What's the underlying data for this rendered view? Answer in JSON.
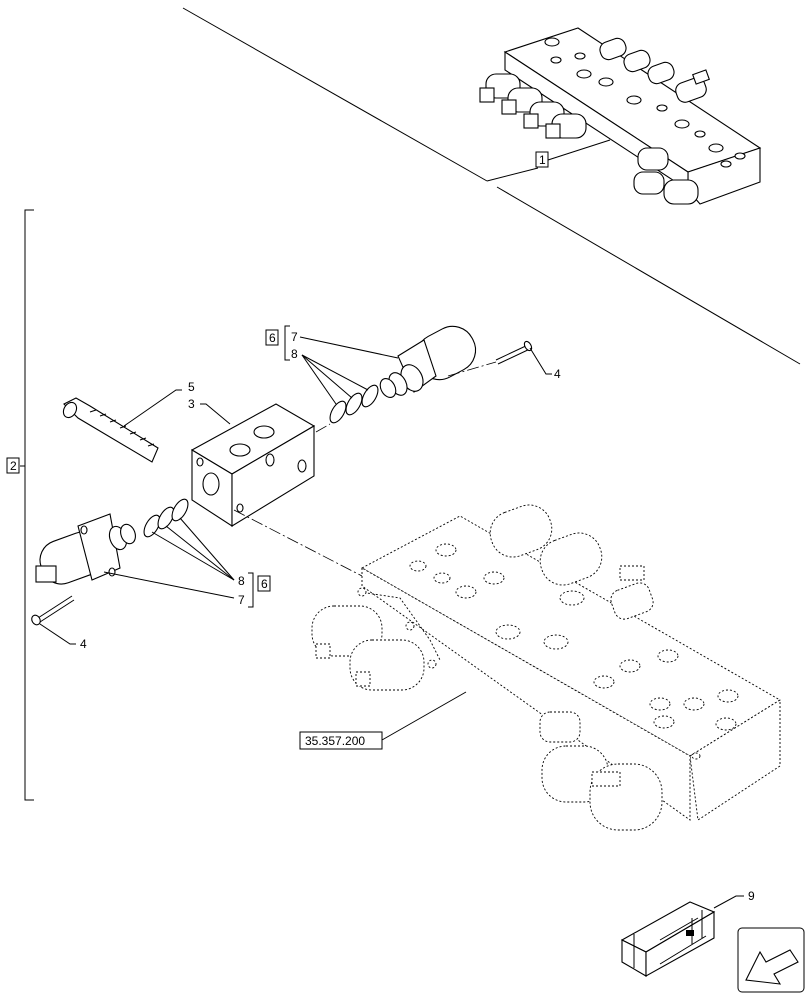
{
  "callouts": {
    "assembly_ref": "1",
    "kit_ref_left": "2",
    "block_ref": "3",
    "screw_ref_right": "4",
    "screw_ref_left": "4",
    "bolt_ref": "5",
    "kit_ref_top": "6",
    "kit_ref_bottom": "6",
    "seal_ref_top_a": "7",
    "seal_ref_top_b": "8",
    "seal_ref_bottom_a": "8",
    "seal_ref_bottom_b": "7",
    "package_ref": "9",
    "cross_reference": "35.357.200"
  },
  "icons": {
    "nav_arrow": "arrow-left-down-icon",
    "package": "crate-icon"
  }
}
